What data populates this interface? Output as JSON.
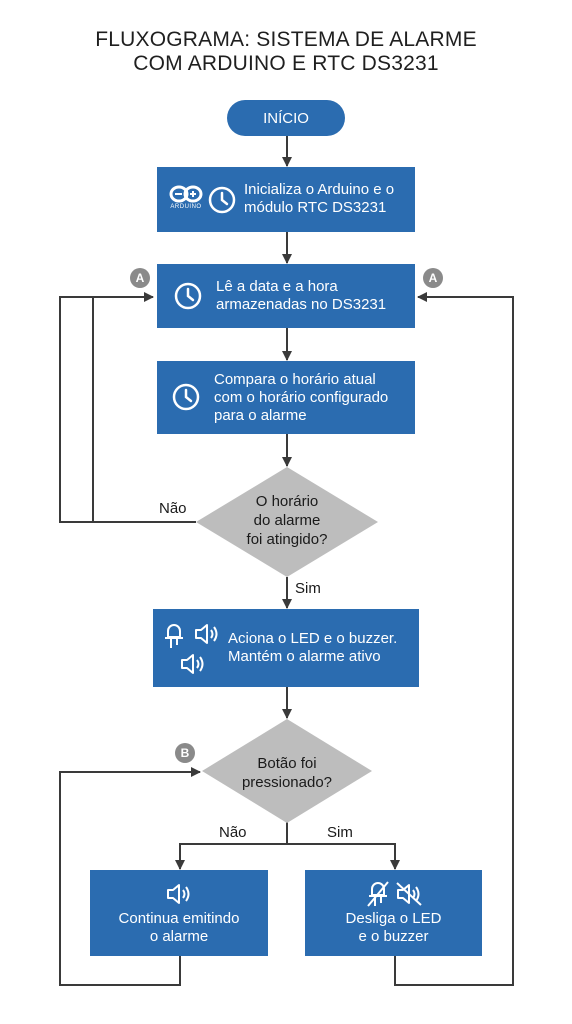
{
  "title": {
    "line1": "FLUXOGRAMA: SISTEMA DE ALARME",
    "line2": "COM ARDUINO E RTC DS3231"
  },
  "start": {
    "label": "INÍCIO"
  },
  "steps": {
    "init": {
      "line1": "Inicializa o Arduino e o",
      "line2": "módulo RTC DS3231",
      "logo_text": "ARDUINO",
      "icons": [
        "arduino-logo",
        "clock-icon"
      ]
    },
    "read": {
      "line1": "Lê a data e a hora",
      "line2": "armazenadas no DS3231",
      "icons": [
        "clock-icon"
      ]
    },
    "compare": {
      "line1": "Compara o horário atual",
      "line2": "com o horário configurado",
      "line3": "para o alarme",
      "icons": [
        "clock-icon"
      ]
    },
    "activate": {
      "line1": "Aciona o LED e o buzzer.",
      "line2": "Mantém o alarme ativo",
      "icons": [
        "led-icon",
        "speaker-icon",
        "speaker-icon"
      ]
    },
    "continue": {
      "line1": "Continua emitindo",
      "line2": "o alarme",
      "icons": [
        "speaker-icon"
      ]
    },
    "off": {
      "line1": "Desliga o LED",
      "line2": "e o buzzer",
      "icons": [
        "led-off-icon",
        "speaker-muted-icon"
      ]
    }
  },
  "decisions": {
    "time_reached": {
      "line1": "O horário",
      "line2": "do alarme",
      "line3": "foi atingido?",
      "no": "Não",
      "yes": "Sim"
    },
    "button": {
      "line1": "Botão foi",
      "line2": "pressionado?",
      "no": "Não",
      "yes": "Sim"
    }
  },
  "connectors": {
    "a_left": "A",
    "a_right": "A",
    "b": "B"
  },
  "colors": {
    "box": "#2b6cb0",
    "line": "#3a3a3a",
    "connector": "#8a8a8a",
    "diamond": "#bdbdbd"
  }
}
